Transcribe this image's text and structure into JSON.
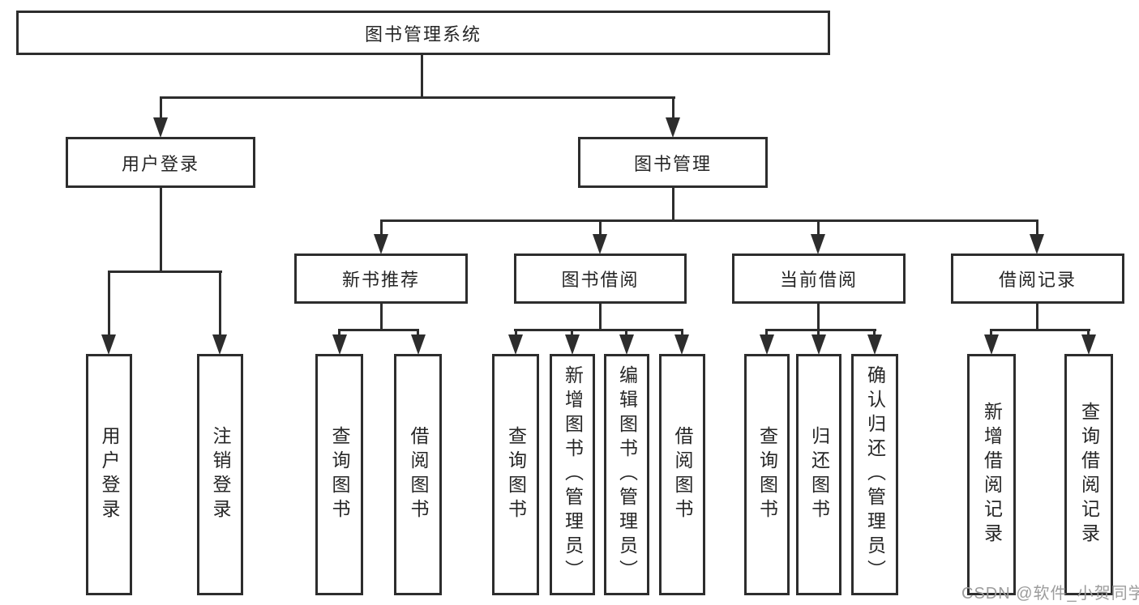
{
  "diagram": {
    "type": "tree",
    "root": {
      "label": "图书管理系统"
    },
    "level2": {
      "user_login": {
        "label": "用户登录"
      },
      "book_management": {
        "label": "图书管理"
      }
    },
    "level3": {
      "new_book_recommend": {
        "label": "新书推荐"
      },
      "book_borrow": {
        "label": "图书借阅"
      },
      "current_borrow": {
        "label": "当前借阅"
      },
      "borrow_record": {
        "label": "借阅记录"
      }
    },
    "leaves": {
      "user_login": [
        "用户登录",
        "注销登录"
      ],
      "new_book_recommend": [
        "查询图书",
        "借阅图书"
      ],
      "book_borrow": [
        "查询图书",
        "新增图书（管理员）",
        "编辑图书（管理员）",
        "借阅图书"
      ],
      "current_borrow": [
        "查询图书",
        "归还图书",
        "确认归还（管理员）"
      ],
      "borrow_record": [
        "新增借阅记录",
        "查询借阅记录"
      ]
    }
  },
  "watermark": {
    "text": "CSDN @软件_小贺同学",
    "color": "#9c9c9c"
  },
  "colors": {
    "background": "#ffffff",
    "box_background": "#ffffff",
    "box_border": "#2d2d2d",
    "line": "#2d2d2d",
    "text": "#262626"
  }
}
